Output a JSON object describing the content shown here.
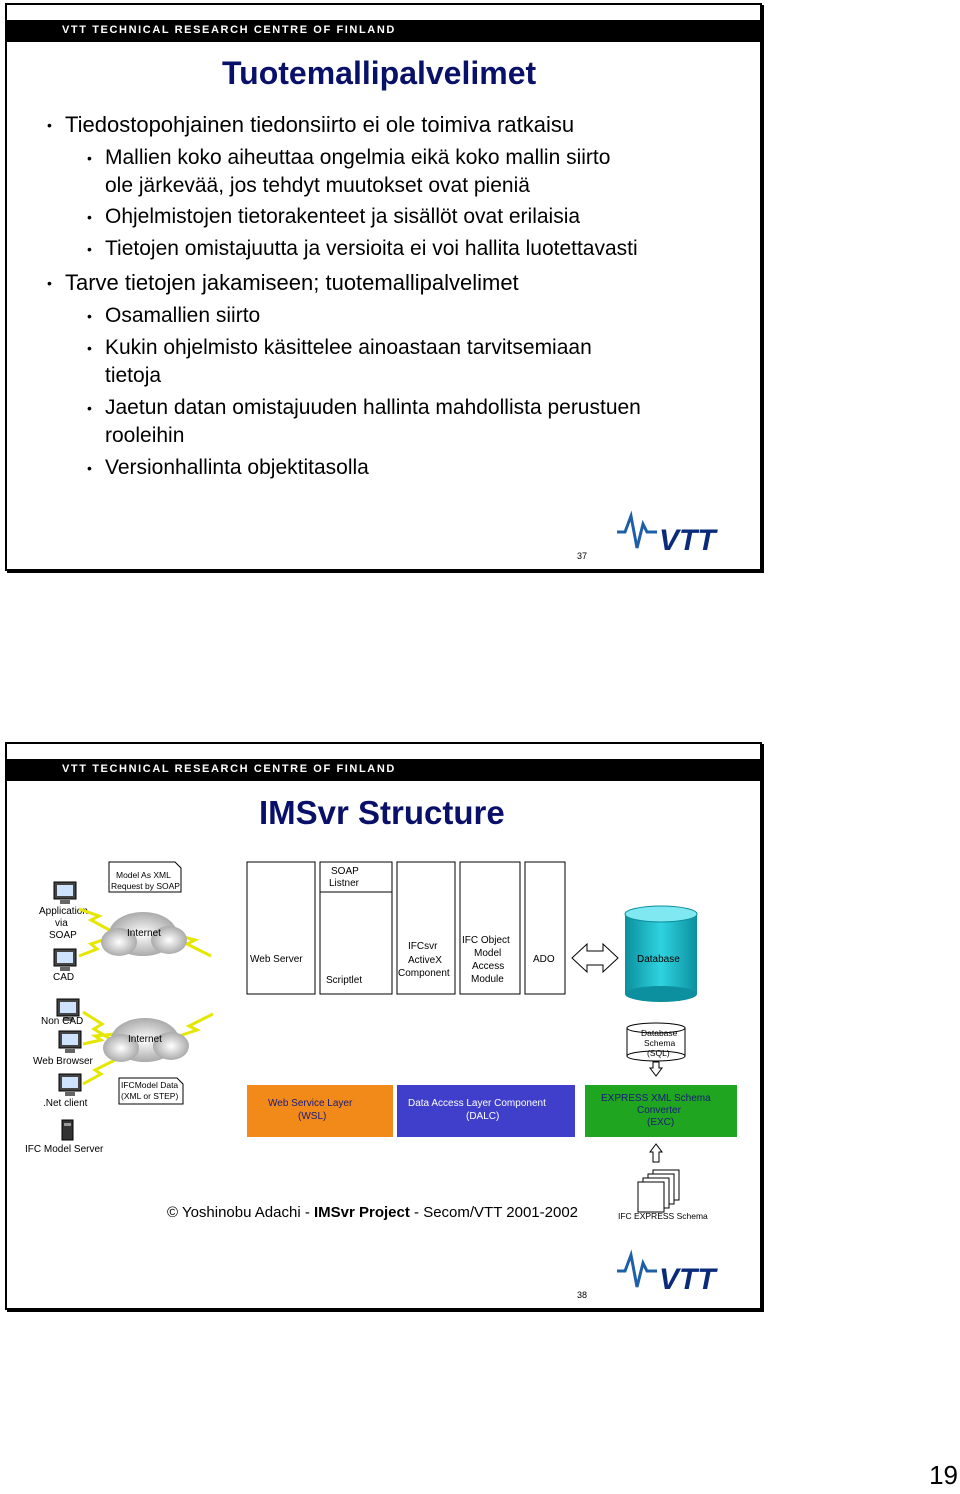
{
  "header": "VTT TECHNICAL RESEARCH CENTRE OF FINLAND",
  "slide1": {
    "title": "Tuotemallipalvelimet",
    "bullets": [
      {
        "level": 1,
        "text": "Tiedostopohjainen tiedonsiirto ei ole toimiva ratkaisu"
      },
      {
        "level": 2,
        "text": "Mallien koko aiheuttaa ongelmia eikä koko mallin siirto",
        "cont": "ole järkevää, jos tehdyt muutokset ovat pieniä"
      },
      {
        "level": 2,
        "text": "Ohjelmistojen tietorakenteet ja sisällöt ovat erilaisia"
      },
      {
        "level": 2,
        "text": "Tietojen omistajuutta ja versioita ei voi hallita luotettavasti"
      },
      {
        "level": 1,
        "text": "Tarve tietojen jakamiseen; tuotemallipalvelimet"
      },
      {
        "level": 2,
        "text": "Osamallien siirto"
      },
      {
        "level": 2,
        "text": "Kukin ohjelmisto käsittelee ainoastaan tarvitsemiaan",
        "cont": "tietoja"
      },
      {
        "level": 2,
        "text": "Jaetun datan omistajuuden hallinta mahdollista perustuen",
        "cont": "rooleihin"
      },
      {
        "level": 2,
        "text": "Versionhallinta objektitasolla"
      }
    ],
    "number": "37"
  },
  "slide2": {
    "title": "IMSvr Structure",
    "number": "38",
    "diagram": {
      "clients": [
        "Application via SOAP",
        "CAD",
        "Non CAD",
        "Web Browser",
        ".Net client",
        "IFC Model Server"
      ],
      "notes": {
        "soap_request": "Model As XML Request by SOAP",
        "ifc_data": "IFCModel Data (XML or STEP)"
      },
      "clouds": [
        "Internet",
        "Internet"
      ],
      "columns": {
        "soap": "SOAP Listner",
        "web_server": "Web Server",
        "scriptlet": "Scriptlet",
        "activex": "IFCsvr ActiveX Component",
        "object_model": "IFC Object Model Access Module",
        "ado": "ADO"
      },
      "database": "Database",
      "schema": "Database Schema (SQL)",
      "layers": [
        {
          "label": "Web Service Layer",
          "sub": "(WSL)",
          "color": "#f28a1a"
        },
        {
          "label": "Data Access Layer Component",
          "sub": "(DALC)",
          "color": "#3f3fcc"
        },
        {
          "label": "EXPRESS XML Schema Converter",
          "sub": "(EXC)",
          "color": "#1fa51f"
        }
      ],
      "express_schema": "IFC EXPRESS Schema"
    },
    "copyright": {
      "prefix": "© Yoshinobu Adachi - ",
      "bold": "IMSvr Project",
      "suffix": " - Secom/VTT 2001-2002"
    }
  },
  "logo_text": "VTT",
  "page_number": "19"
}
